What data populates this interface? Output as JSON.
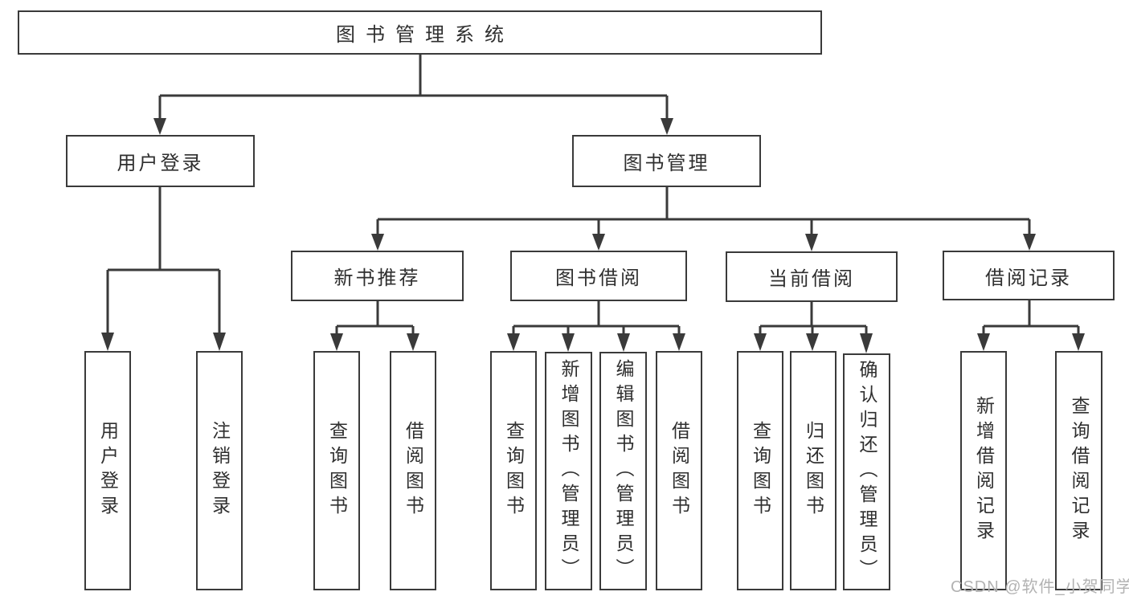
{
  "diagram_type": "hierarchy-tree",
  "tree": {
    "label": "图书管理系统",
    "children": [
      {
        "label": "用户登录",
        "children": [
          {
            "label": "用户登录"
          },
          {
            "label": "注销登录"
          }
        ]
      },
      {
        "label": "图书管理",
        "children": [
          {
            "label": "新书推荐",
            "children": [
              {
                "label": "查询图书"
              },
              {
                "label": "借阅图书"
              }
            ]
          },
          {
            "label": "图书借阅",
            "children": [
              {
                "label": "查询图书"
              },
              {
                "label": "新增图书（管理员）"
              },
              {
                "label": "编辑图书（管理员）"
              },
              {
                "label": "借阅图书"
              }
            ]
          },
          {
            "label": "当前借阅",
            "children": [
              {
                "label": "查询图书"
              },
              {
                "label": "归还图书"
              },
              {
                "label": "确认归还（管理员）"
              }
            ]
          },
          {
            "label": "借阅记录",
            "children": [
              {
                "label": "新增借阅记录"
              },
              {
                "label": "查询借阅记录"
              }
            ]
          }
        ]
      }
    ]
  },
  "watermark": {
    "text": "CSDN @软件_小贺同学"
  },
  "colors": {
    "line": "#3a3a3a",
    "text": "#2f2f2f",
    "background": "#ffffff",
    "watermark": "#b2b2b2"
  }
}
